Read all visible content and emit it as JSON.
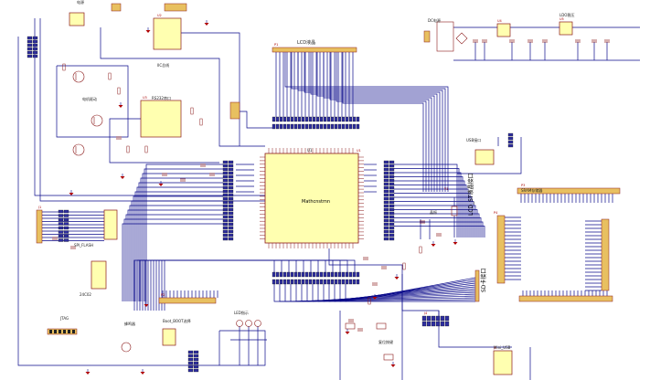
{
  "title": "",
  "labels": {
    "mcu_name": "Mathcnstmn",
    "mcu_ref": "U1",
    "lcd_header": "LCD液晶",
    "lcd_interface_vertical": "LCD_ST液晶接口",
    "sd_interface_vertical": "SD卡接口",
    "rs232_label": "RS232串口",
    "iic_label": "IIC总线",
    "jtag_label": "JTAG",
    "boot_label": "Boot_BOOT选择",
    "key_label": "复位按键",
    "power_label": "电源",
    "flash_label": "SPI_FLASH",
    "eeprom_label": "24C02",
    "usb_label": "USB接口",
    "sram_label": "SRAM存储器",
    "led_label": "LED指示",
    "buzzer_label": "蜂鸣器",
    "motor_label": "电机驱动",
    "mini_label": "Mini_USB",
    "xtal_label": "晶振",
    "dc_label": "DC电源",
    "ldo_label": "LDO稳压"
  },
  "colors": {
    "wire": "#0a0a8a",
    "part": "#8b1a1a",
    "chip_fill": "#ffffb0",
    "chip_stroke": "#8b1a1a",
    "pin_fill": "#2e2ea0",
    "ground": "#b00000",
    "header_fill": "#e8c060",
    "text": "#222222"
  }
}
